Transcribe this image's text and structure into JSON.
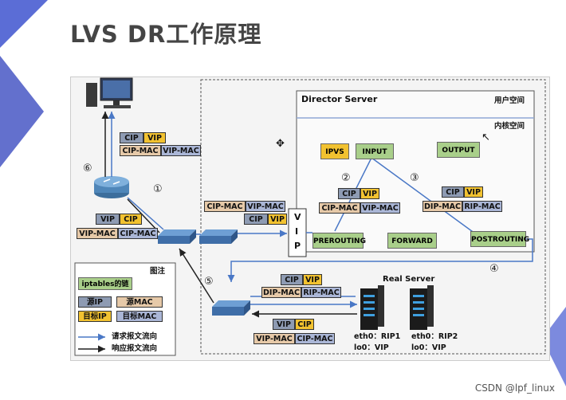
{
  "title": "LVS DR工作原理",
  "director": {
    "name": "Director Server",
    "user_space": "用户空间",
    "kernel_space": "内核空间",
    "chains": {
      "ipvs": "IPVS",
      "input": "INPUT",
      "output": "OUTPUT",
      "prerouting": "PREROUTING",
      "forward": "FORWARD",
      "postrouting": "POSTROUTING"
    },
    "vip_label": [
      "V",
      "I",
      "P"
    ]
  },
  "packets": {
    "client_top": {
      "r1": [
        "CIP",
        "VIP"
      ],
      "r2": [
        "CIP-MAC",
        "VIP-MAC"
      ]
    },
    "router_out": {
      "r1": [
        "VIP",
        "CIP"
      ],
      "r2": [
        "VIP-MAC",
        "CIP-MAC"
      ]
    },
    "switch_in": {
      "r1": [
        "CIP-MAC",
        "VIP-MAC"
      ],
      "r2": [
        "CIP",
        "VIP"
      ]
    },
    "step2": {
      "r1": [
        "CIP",
        "VIP"
      ],
      "r2": [
        "CIP-MAC",
        "VIP-MAC"
      ]
    },
    "step3": {
      "r1": [
        "CIP",
        "VIP"
      ],
      "r2": [
        "DIP-MAC",
        "RIP-MAC"
      ]
    },
    "to_real": {
      "r1": [
        "CIP",
        "VIP"
      ],
      "r2": [
        "DIP-MAC",
        "RIP-MAC"
      ]
    },
    "from_real": {
      "r1": [
        "VIP",
        "CIP"
      ],
      "r2": [
        "VIP-MAC",
        "CIP-MAC"
      ]
    }
  },
  "real_server": {
    "name": "Real Server",
    "rs1": {
      "l1": "eth0：RIP1",
      "l2": "lo0：VIP"
    },
    "rs2": {
      "l1": "eth0：RIP2",
      "l2": "lo0：VIP"
    }
  },
  "steps": [
    "①",
    "②",
    "③",
    "④",
    "⑤",
    "⑥"
  ],
  "legend": {
    "title": "图注",
    "chain": "iptables的链",
    "src_ip": "源IP",
    "src_mac": "源MAC",
    "dst_ip": "目标IP",
    "dst_mac": "目标MAC",
    "request": "请求报文流向",
    "response": "响应报文流向"
  },
  "watermark": "CSDN @lpf_linux",
  "colors": {
    "request_arrow": "#4a78c6",
    "response_arrow": "#222222",
    "chain_green": "#a9cf8a",
    "ipvs_orange": "#f2c230"
  }
}
